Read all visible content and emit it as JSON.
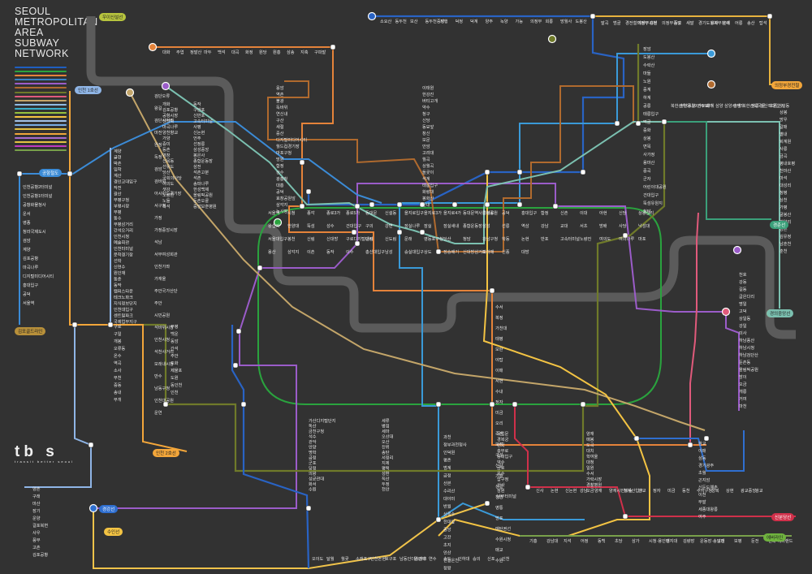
{
  "title_lines": [
    "SEOUL",
    "METROPOLITAN",
    "AREA",
    "SUBWAY",
    "NETWORK"
  ],
  "logo": {
    "text": "tb s",
    "sub": "transit  better  seoul"
  },
  "line_colors": [
    "#1f5fc0",
    "#2aa33e",
    "#e5833a",
    "#3a84c8",
    "#9b5cc9",
    "#b06a2e",
    "#6f7a2a",
    "#e05a7b",
    "#c3a569",
    "#8fbbe3",
    "#3bb0c9",
    "#96c13e",
    "#f6c342",
    "#a3c3e8",
    "#79aee6",
    "#e6c343",
    "#f0a63a",
    "#a66bd0",
    "#e5c343",
    "#c03ac0",
    "#78a04a"
  ],
  "route_tags": [
    {
      "label": "의정부경전철",
      "bg": "#f3a63a",
      "fg": "#222"
    },
    {
      "label": "에버라인",
      "bg": "#6fb33e",
      "fg": "#222"
    },
    {
      "label": "경강선",
      "bg": "#2f6fd0",
      "fg": "#fff"
    },
    {
      "label": "수인선",
      "bg": "#f3c343",
      "fg": "#222"
    },
    {
      "label": "인천 1호선",
      "bg": "#8fb5e6",
      "fg": "#222"
    },
    {
      "label": "인천 2호선",
      "bg": "#f3a63a",
      "fg": "#222"
    },
    {
      "label": "공항철도",
      "bg": "#3b8bd6",
      "fg": "#fff"
    },
    {
      "label": "경춘선",
      "bg": "#3ba07a",
      "fg": "#fff"
    },
    {
      "label": "신분당선",
      "bg": "#d0304a",
      "fg": "#fff"
    },
    {
      "label": "분당선",
      "bg": "#f3c343",
      "fg": "#222"
    },
    {
      "label": "경의중앙선",
      "bg": "#7bc0b0",
      "fg": "#222"
    },
    {
      "label": "우이신설선",
      "bg": "#b7c43e",
      "fg": "#222"
    },
    {
      "label": "김포골드라인",
      "bg": "#b8903a",
      "fg": "#222"
    }
  ],
  "stations": {
    "line1_top": [
      "소요산",
      "동두천",
      "보산",
      "동두천중앙",
      "지행",
      "덕정",
      "덕계",
      "양주",
      "녹양",
      "가능",
      "의정부",
      "회룡",
      "망월사",
      "도봉산"
    ],
    "uijeongbu_lrt": [
      "발곡",
      "범골",
      "경전철의정부",
      "의정부시청",
      "흥선",
      "의정부중앙",
      "동오",
      "새말",
      "경기도청북부청사",
      "효자",
      "곤제",
      "어룡",
      "송산",
      "탑석"
    ],
    "line3_top": [
      "대화",
      "주엽",
      "정발산",
      "마두",
      "백석",
      "대곡",
      "화정",
      "원당",
      "원흥",
      "삼송",
      "지축",
      "구파발"
    ],
    "center": [
      "서울역",
      "시청",
      "종각",
      "종로3가",
      "종로5가",
      "동대문",
      "신설동",
      "을지로입구",
      "을지로3가",
      "을지로4가",
      "동대문역사문화공원",
      "충정로",
      "공덕",
      "홍대입구",
      "합정",
      "신촌",
      "이대",
      "아현",
      "신당",
      "상왕십리",
      "왕십리",
      "한양대",
      "뚝섬",
      "성수",
      "건대입구",
      "구의",
      "강변",
      "잠실나루",
      "잠실",
      "잠실새내",
      "종합운동장",
      "삼성",
      "선릉",
      "역삼",
      "강남",
      "교대",
      "서초",
      "방배",
      "사당",
      "낙성대",
      "서울대입구",
      "봉천",
      "신림",
      "신대방",
      "구로디지털단지",
      "대림",
      "신도림",
      "문래",
      "영등포구청",
      "당산",
      "청담",
      "강남구청",
      "학동",
      "논현",
      "반포",
      "고속터미널",
      "노량진",
      "여의도",
      "여의나루",
      "마포",
      "용산",
      "삼각지",
      "이촌",
      "동작",
      "이수",
      "총신대입구",
      "남성",
      "숭실대입구",
      "상도",
      "장승배기",
      "신대방삼거리",
      "보라매",
      "신풍",
      "대방"
    ],
    "line4_south": [
      "과천",
      "정부과천청사",
      "인덕원",
      "평촌",
      "범계",
      "금정",
      "산본",
      "수리산",
      "대야미",
      "반월",
      "상록수",
      "한대앞",
      "중앙",
      "고잔",
      "초지",
      "안산",
      "신길온천",
      "정왕",
      "오이도"
    ],
    "bundang": [
      "수서",
      "복정",
      "가천대",
      "태평",
      "모란",
      "야탑",
      "이매",
      "서현",
      "수내",
      "정자",
      "미금",
      "오리",
      "죽전",
      "보정",
      "구성",
      "신갈",
      "기흥",
      "상갈",
      "청명",
      "영통",
      "망포",
      "매탄권선",
      "수원시청",
      "매교",
      "수원"
    ],
    "sinbundang": [
      "신사",
      "논현",
      "신논현",
      "강남",
      "양재",
      "양재시민의숲",
      "청계산입구",
      "판교",
      "정자",
      "미금",
      "동천",
      "수지구청",
      "성복",
      "상현",
      "광교중앙",
      "광교"
    ],
    "everline": [
      "기흥",
      "강남대",
      "지석",
      "어정",
      "동백",
      "초당",
      "삼가",
      "시청·용인대",
      "명지대",
      "김량장",
      "운동장·송담대",
      "고진",
      "보평",
      "둔전",
      "전대·에버랜드"
    ],
    "suin_south": [
      "오이도",
      "달월",
      "월곶",
      "소래포구",
      "인천논현",
      "호구포",
      "남동인더스파크",
      "원인재",
      "연수",
      "송도",
      "인하대",
      "숭의",
      "신포",
      "인천"
    ],
    "incheon1": [
      "계양",
      "귤현",
      "박촌",
      "임학",
      "계산",
      "경인교대입구",
      "작전",
      "갈산",
      "부평구청",
      "부평시장",
      "부평",
      "동수",
      "부평삼거리",
      "간석오거리",
      "인천시청",
      "예술회관",
      "인천터미널",
      "문학경기장",
      "선학",
      "신연수",
      "원인재",
      "동춘",
      "동막",
      "캠퍼스타운",
      "테크노파크",
      "지식정보단지",
      "인천대입구",
      "센트럴파크",
      "국제업무지구"
    ],
    "incheon2": [
      "검단오류",
      "왕길",
      "검단사거리",
      "마전",
      "완정",
      "독정",
      "검암",
      "검바위",
      "아시아드경기장",
      "서구청",
      "가정",
      "가정중앙시장",
      "석남",
      "서부여성회관",
      "인천가좌",
      "가재울",
      "주안국가산단",
      "주안",
      "시민공원",
      "석바위시장",
      "인천시청",
      "석천사거리",
      "모래내시장",
      "만수",
      "남동구청",
      "인천대공원",
      "운연"
    ],
    "airport": [
      "인천공항2터미널",
      "인천공항1터미널",
      "공항화물청사",
      "운서",
      "영종",
      "청라국제도시",
      "검암",
      "계양",
      "김포공항",
      "마곡나루",
      "디지털미디어시티",
      "홍대입구",
      "공덕",
      "서울역"
    ],
    "gimpo": [
      "양촌",
      "구래",
      "마산",
      "장기",
      "운양",
      "걸포북변",
      "사우",
      "풍무",
      "고촌",
      "김포공항"
    ],
    "line9": [
      "개화",
      "김포공항",
      "공항시장",
      "신방화",
      "마곡나루",
      "양천향교",
      "가양",
      "증미",
      "등촌",
      "염창",
      "신목동",
      "선유도",
      "당산",
      "국회의사당",
      "여의도",
      "샛강",
      "노량진",
      "노들",
      "흑석",
      "동작",
      "구반포",
      "신반포",
      "고속터미널",
      "사평",
      "신논현",
      "언주",
      "선정릉",
      "삼성중앙",
      "봉은사",
      "종합운동장",
      "삼전",
      "석촌고분",
      "석촌",
      "송파나루",
      "한성백제",
      "올림픽공원",
      "둔촌오륜",
      "중앙보훈병원"
    ],
    "line5_east": [
      "천호",
      "강동",
      "길동",
      "굽은다리",
      "명일",
      "고덕",
      "상일동",
      "강일",
      "미사",
      "하남풍산",
      "하남시청",
      "하남검단산",
      "둔촌동",
      "올림픽공원",
      "방이",
      "오금",
      "개롱",
      "거여",
      "마천"
    ],
    "line7_north": [
      "장암",
      "도봉산",
      "수락산",
      "마들",
      "노원",
      "중계",
      "하계",
      "공릉",
      "태릉입구",
      "먹골",
      "중화",
      "상봉",
      "면목",
      "사가정",
      "용마산",
      "중곡",
      "군자",
      "어린이대공원",
      "건대입구",
      "뚝섬유원지",
      "청담"
    ],
    "ui_line": [
      "북한산우이",
      "솔밭공원",
      "4.19민주묘지",
      "가오리",
      "화계",
      "삼양",
      "삼양사거리",
      "솔샘",
      "북한산보국문",
      "정릉",
      "성신여대입구",
      "보문",
      "신설동"
    ],
    "gyeongchun": [
      "상봉",
      "망우",
      "갈매",
      "별내",
      "퇴계원",
      "사릉",
      "금곡",
      "평내호평",
      "천마산",
      "마석",
      "대성리",
      "청평",
      "상천",
      "가평",
      "굴봉산",
      "백양리",
      "강촌",
      "김유정",
      "남춘천",
      "춘천"
    ],
    "line6": [
      "응암",
      "역촌",
      "불광",
      "독바위",
      "연신내",
      "구산",
      "새절",
      "증산",
      "디지털미디어시티",
      "월드컵경기장",
      "마포구청",
      "망원",
      "합정",
      "상수",
      "광흥창",
      "대흥",
      "공덕",
      "효창공원앞",
      "삼각지",
      "녹사평",
      "이태원",
      "한강진",
      "버티고개",
      "약수",
      "청구",
      "신당",
      "동묘앞",
      "창신",
      "보문",
      "안암",
      "고려대",
      "월곡",
      "상월곡",
      "돌곶이",
      "석계",
      "태릉입구",
      "화랑대",
      "봉화산",
      "신내"
    ],
    "line3_south": [
      "독립문",
      "경복궁",
      "안국",
      "충무로",
      "동대입구",
      "약수",
      "금호",
      "옥수",
      "압구정",
      "신사",
      "잠원",
      "남부터미널",
      "양재",
      "매봉",
      "도곡",
      "대치",
      "학여울",
      "대청",
      "일원",
      "수서",
      "가락시장",
      "경찰병원",
      "오금"
    ],
    "gyeonggang": [
      "판교",
      "이매",
      "삼동",
      "경기광주",
      "초월",
      "곤지암",
      "신둔도예촌",
      "이천",
      "부발",
      "세종대왕릉",
      "여주"
    ],
    "line1_west": [
      "구로",
      "구일",
      "개봉",
      "오류동",
      "온수",
      "역곡",
      "소사",
      "부천",
      "중동",
      "송내",
      "부개",
      "부평",
      "백운",
      "동암",
      "간석",
      "주안",
      "도화",
      "제물포",
      "도원",
      "동인천",
      "인천"
    ],
    "line1_south": [
      "가산디지털단지",
      "독산",
      "금천구청",
      "석수",
      "관악",
      "안양",
      "명학",
      "금정",
      "군포",
      "당정",
      "의왕",
      "성균관대",
      "화서",
      "수원",
      "세류",
      "병점",
      "세마",
      "오산대",
      "오산",
      "진위",
      "송탄",
      "서정리",
      "지제",
      "평택",
      "성환",
      "직산",
      "두정",
      "천안"
    ]
  }
}
